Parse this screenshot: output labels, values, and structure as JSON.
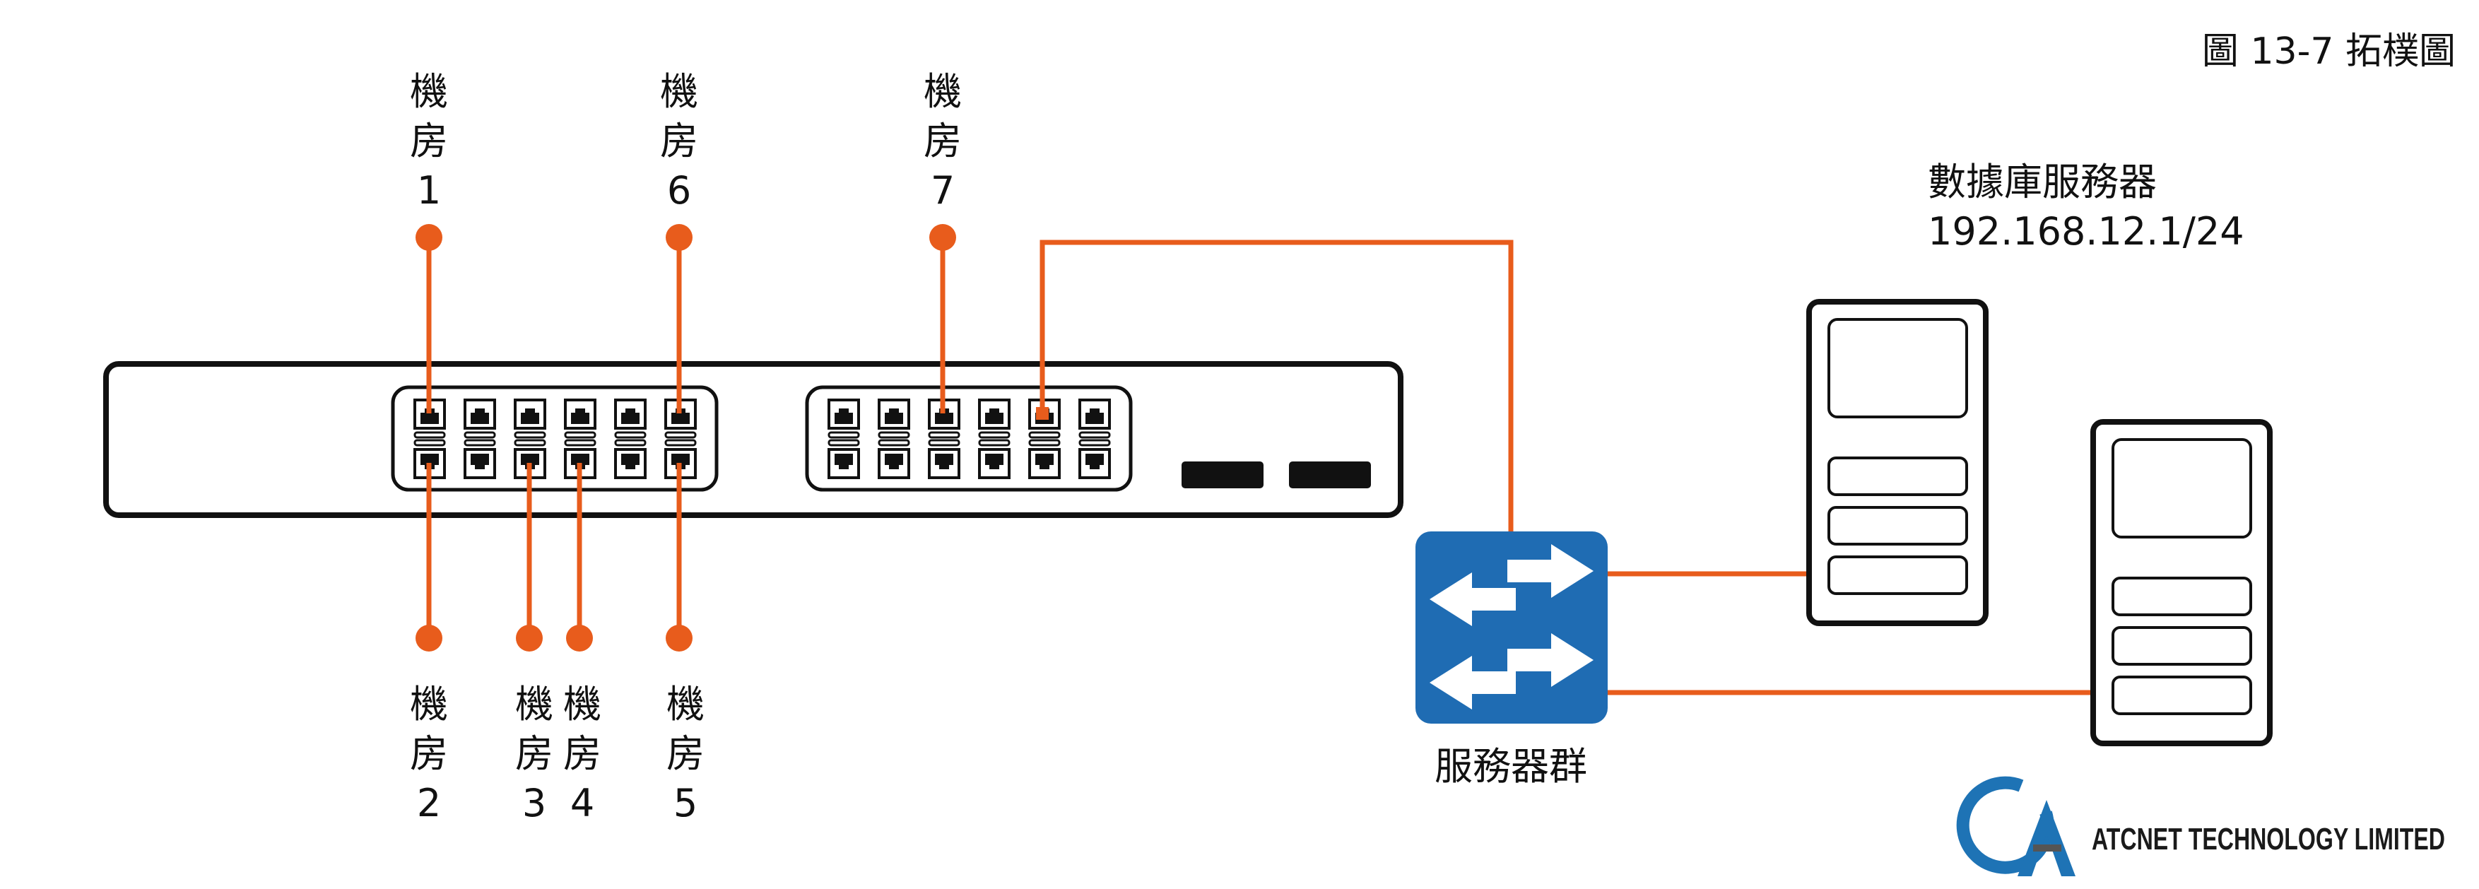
{
  "figure_caption": "圖 13-7 拓樸圖",
  "rooms": [
    {
      "id": "1",
      "lines": [
        "機",
        "房",
        "1"
      ]
    },
    {
      "id": "6",
      "lines": [
        "機",
        "房",
        "6"
      ]
    },
    {
      "id": "7",
      "lines": [
        "機",
        "房",
        "7"
      ]
    },
    {
      "id": "2",
      "lines": [
        "機",
        "房",
        "2"
      ]
    },
    {
      "id": "3",
      "lines": [
        "機",
        "房",
        "3"
      ]
    },
    {
      "id": "4",
      "lines": [
        "機",
        "房",
        "4"
      ]
    },
    {
      "id": "5",
      "lines": [
        "機",
        "房",
        "5"
      ]
    }
  ],
  "database_server": {
    "name": "數據庫服務器",
    "ip": "192.168.12.1/24"
  },
  "server_cluster_label": "服務器群",
  "logo": {
    "text": "ATCNET TECHNOLOGY LIMITED"
  },
  "colors": {
    "link": "#e85c1c",
    "outline": "#111111",
    "switch_icon": "#1f6cb3",
    "logo_primary": "#1e73b5"
  },
  "icons": [
    "network-switch-icon",
    "router-switch-icon",
    "server-icon"
  ]
}
